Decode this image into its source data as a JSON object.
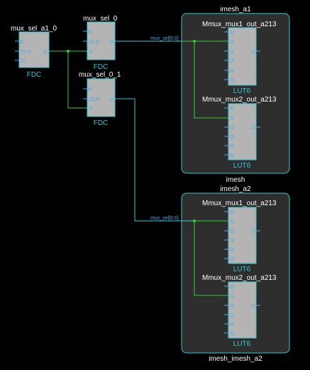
{
  "ffs": {
    "a1_0": {
      "name": "mux_sel_a1_0",
      "type": "FDC",
      "pins": {
        "c": "C",
        "clr": "CLR",
        "d": "D",
        "q": "Q"
      }
    },
    "s0": {
      "name": "mux_sel_0",
      "type": "FDC",
      "pins": {
        "c": "C",
        "clr": "CLR",
        "d": "D",
        "q": "Q"
      }
    },
    "s0_1": {
      "name": "mux_sel_0_1",
      "type": "FDC",
      "pins": {
        "c": "C",
        "clr": "CLR",
        "d": "D",
        "q": "Q"
      }
    }
  },
  "hier": {
    "a1": {
      "title": "imesh_a1",
      "footer": "imesh",
      "bus_label": "mux_sel[6:0]",
      "luts": [
        {
          "name": "Mmux_mux1_out_a213",
          "type": "LUT6",
          "pins": [
            "I0",
            "I1",
            "I2",
            "I3",
            "I4",
            "I5"
          ],
          "out": "O"
        },
        {
          "name": "Mmux_mux2_out_a213",
          "type": "LUT6",
          "pins": [
            "I0",
            "I1",
            "I2",
            "I3",
            "I4",
            "I5"
          ],
          "out": "O"
        }
      ]
    },
    "a2": {
      "title": "imesh_a2",
      "footer": "imesh_imesh_a2",
      "bus_label": "mux_sel[6:0]",
      "luts": [
        {
          "name": "Mmux_mux1_out_a213",
          "type": "LUT6",
          "pins": [
            "I0",
            "I1",
            "I2",
            "I3",
            "I4",
            "I5"
          ],
          "out": "O"
        },
        {
          "name": "Mmux_mux2_out_a213",
          "type": "LUT6",
          "pins": [
            "I0",
            "I1",
            "I2",
            "I3",
            "I4",
            "I5"
          ],
          "out": "O"
        }
      ]
    }
  },
  "colors": {
    "background": "#000000",
    "cell_fill": "#b4b4b4",
    "cell_border": "#36c9d4",
    "hier_fill": "#2e2e2e",
    "hier_border": "#36c9d4",
    "net_selected": "#33cc33",
    "net_normal": "#36c9d4",
    "pin_text": "#4aa8e8",
    "type_text": "#36c9d4"
  }
}
